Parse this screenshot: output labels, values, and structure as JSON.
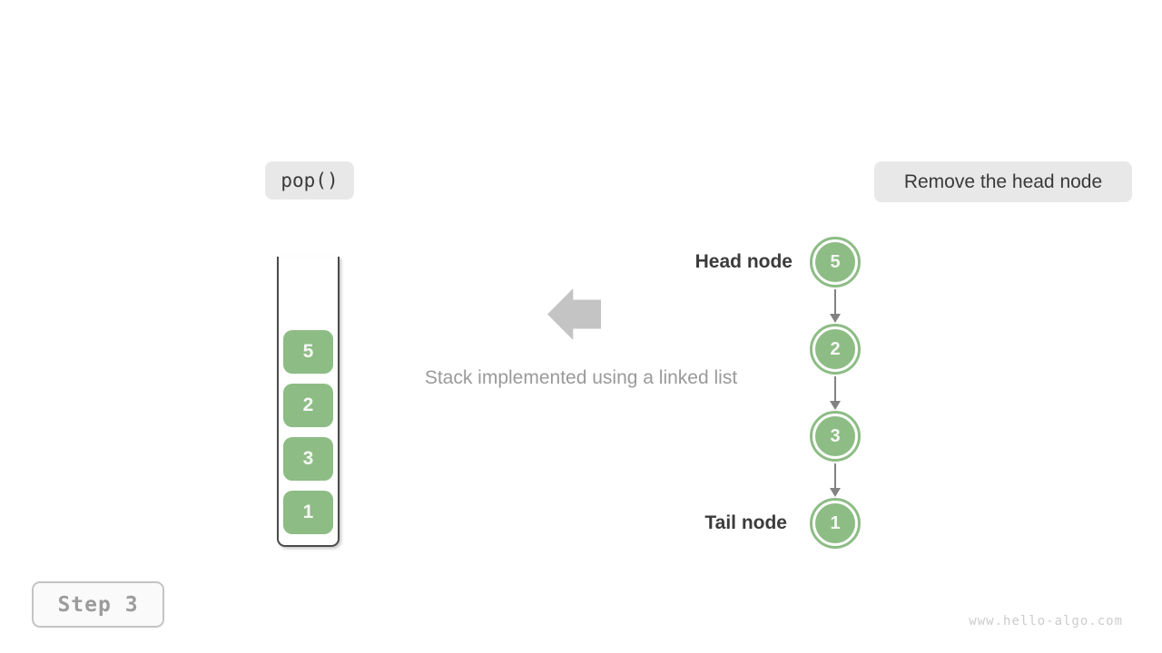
{
  "operation_badge": {
    "label": "pop()"
  },
  "description_badge": {
    "label": "Remove the head node"
  },
  "caption": "Stack implemented using a linked list",
  "stack": {
    "items": [
      "5",
      "2",
      "3",
      "1"
    ]
  },
  "linked_list": {
    "head_label": "Head node",
    "tail_label": "Tail node",
    "nodes": [
      "5",
      "2",
      "3",
      "1"
    ]
  },
  "step_badge": {
    "label": "Step 3"
  },
  "watermark": "www.hello-algo.com",
  "colors": {
    "node_green": "#8DBC85",
    "badge_gray": "#E8E8E8",
    "block_arrow_gray": "#C4C4C4",
    "link_arrow_gray": "#828282",
    "container_border": "#4A4A4A",
    "text_dark": "#3B3B3B",
    "text_gray": "#9A9A9A",
    "watermark_gray": "#CCCCCC"
  }
}
